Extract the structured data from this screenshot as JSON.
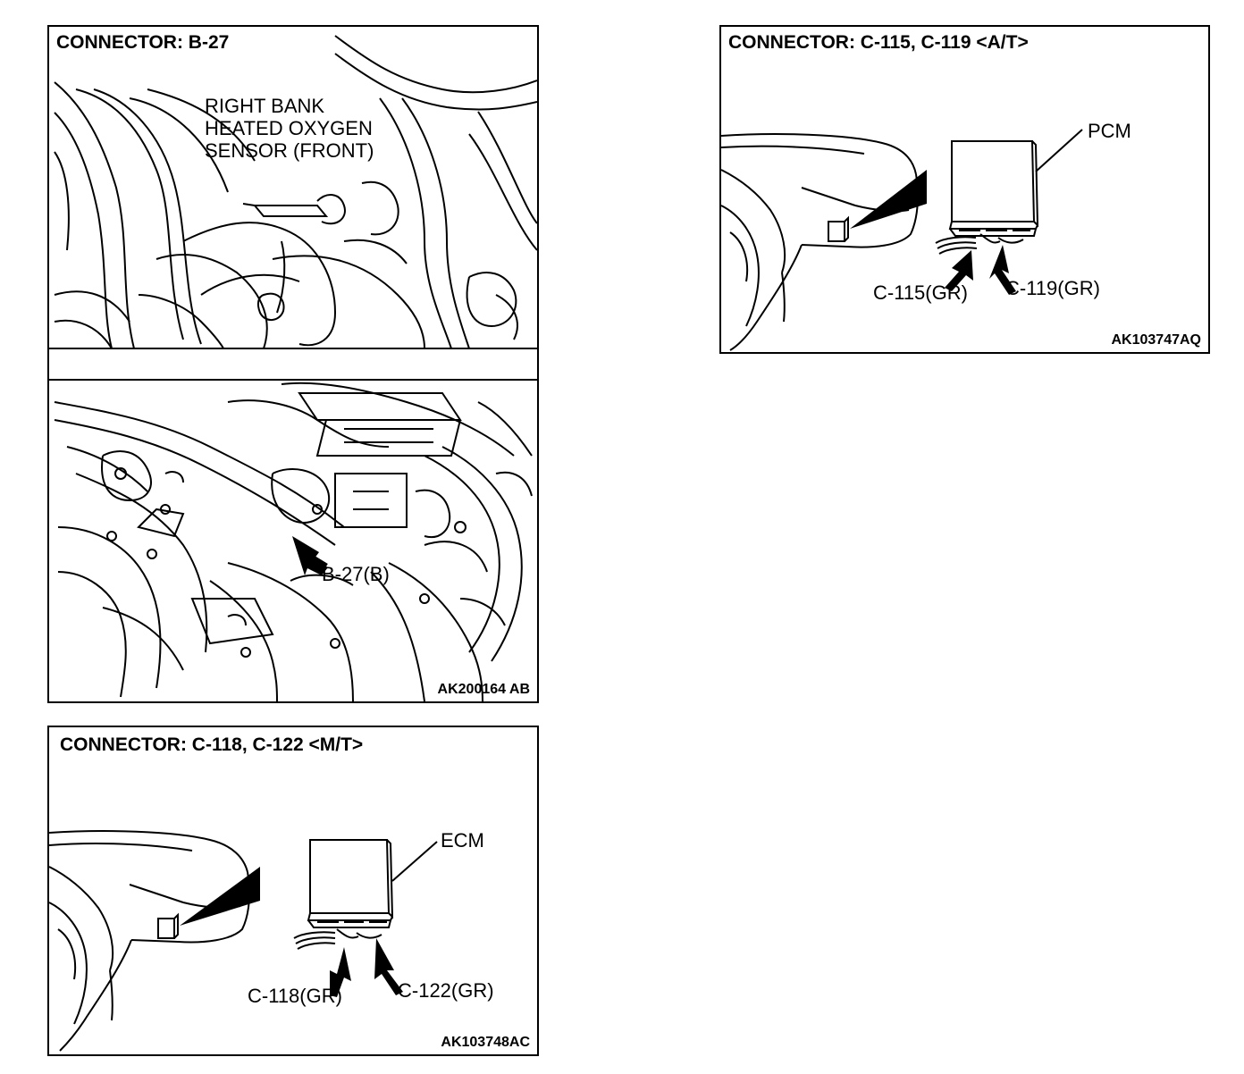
{
  "panels": {
    "b27": {
      "title": "CONNECTOR: B-27",
      "sensor_label_lines": [
        "RIGHT BANK",
        "HEATED OXYGEN",
        "SENSOR (FRONT)"
      ],
      "connector_label": "B-27(B)",
      "figure_code": "AK200164 AB"
    },
    "c115": {
      "title": "CONNECTOR: C-115, C-119 <A/T>",
      "module_label": "PCM",
      "connector_labels": [
        "C-115(GR)",
        "C-119(GR)"
      ],
      "figure_code": "AK103747AQ"
    },
    "c118": {
      "title": "CONNECTOR: C-118, C-122 <M/T>",
      "module_label": "ECM",
      "connector_labels": [
        "C-118(GR)",
        "C-122(GR)"
      ],
      "figure_code": "AK103748AC"
    }
  }
}
